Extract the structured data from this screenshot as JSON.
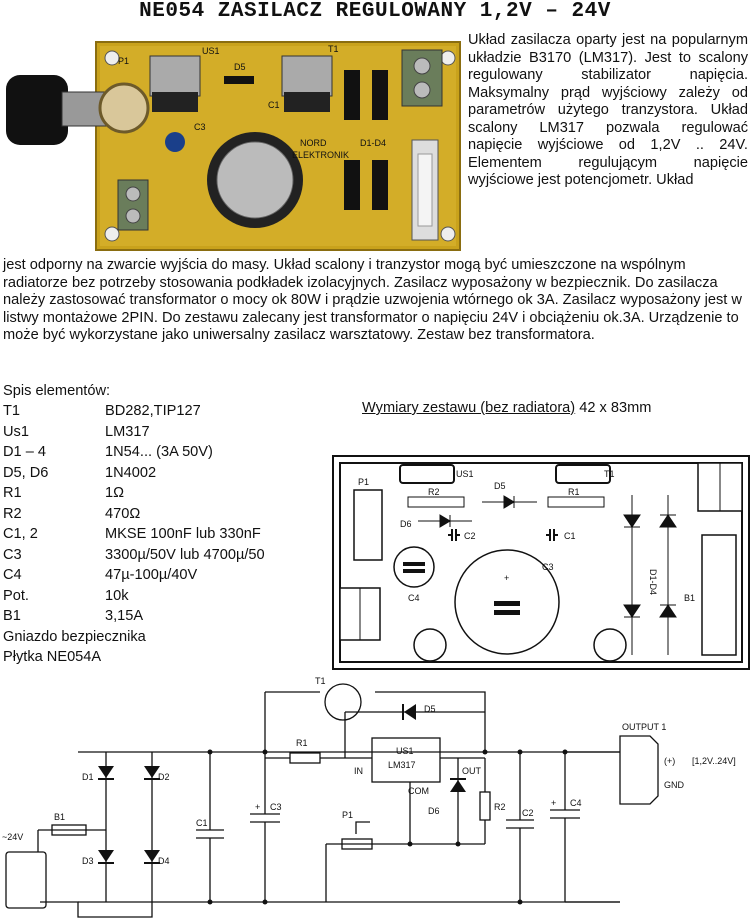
{
  "title": "NE054 ZASILACZ REGULOWANY 1,2V – 24V",
  "intro": "Układ zasilacza oparty jest na popularnym układzie B3170 (LM317). Jest to scalony regulowany stabilizator napięcia. Maksymalny prąd wyjściowy zależy od parametrów użytego tranzystora. Układ scalony LM317 pozwala regulować napięcie wyjściowe od 1,2V .. 24V. Elementem regulującym napięcie wyjściowe jest potencjometr. Układ",
  "body": "jest odporny na zwarcie wyjścia do masy. Układ scalony i tranzystor mogą być umieszczone na wspólnym radiatorze bez potrzeby stosowania podkładek izolacyjnych. Zasilacz wyposażony w bezpiecznik. Do zasilacza należy zastosować transformator o mocy ok 80W i prądzie uzwojenia wtórnego ok 3A. Zasilacz wyposażony jest w listwy montażowe 2PIN. Do zestawu zalecany jest transformator o napięciu 24V i obciążeniu ok.3A. Urządzenie to może być wykorzystane jako uniwersalny zasilacz warsztatowy. Zestaw bez transformatora.",
  "parts_heading": "Spis elementów:",
  "parts": [
    {
      "ref": "T1",
      "val": "BD282,TIP127"
    },
    {
      "ref": "Us1",
      "val": "LM317"
    },
    {
      "ref": "D1 – 4",
      "val": "1N54... (3A 50V)"
    },
    {
      "ref": "D5, D6",
      "val": "1N4002"
    },
    {
      "ref": "R1",
      "val": "1Ω"
    },
    {
      "ref": "R2",
      "val": "470Ω"
    },
    {
      "ref": "C1, 2",
      "val": "MKSE 100nF lub 330nF"
    },
    {
      "ref": "C3",
      "val": "3300µ/50V lub 4700µ/50"
    },
    {
      "ref": "C4",
      "val": "47µ-100µ/40V"
    },
    {
      "ref": "Pot.",
      "val": "10k"
    },
    {
      "ref": "B1",
      "val": "3,15A"
    }
  ],
  "parts_extra": [
    "Gniazdo bezpiecznika",
    "Płytka NE054A"
  ],
  "dimensions": {
    "label": "Wymiary zestawu (bez radiatora)",
    "value": "42 x 83mm"
  },
  "photo_labels": {
    "p1": "P1",
    "us1": "US1",
    "t1": "T1",
    "d5": "D5",
    "c1": "C1",
    "c3": "C3",
    "brand1": "NORD",
    "brand2": "ELEKTRONIK",
    "d14": "D1-D4"
  },
  "pcb_labels": {
    "us1": "US1",
    "t1": "T1",
    "p1": "P1",
    "r2": "R2",
    "d5": "D5",
    "r1": "R1",
    "d6": "D6",
    "c2": "C2",
    "c1": "C1",
    "c3": "C3",
    "c4": "C4",
    "plus": "+",
    "b1": "B1",
    "d14": "D1-D4"
  },
  "schematic_labels": {
    "t1": "T1",
    "d5": "D5",
    "r1": "R1",
    "us1": "US1",
    "lm": "LM317",
    "in": "IN",
    "out": "OUT",
    "com": "COM",
    "d6": "D6",
    "r2": "R2",
    "p1": "P1",
    "c1": "C1",
    "c2": "C2",
    "c3": "C3",
    "c4": "C4",
    "d1": "D1",
    "d2": "D2",
    "d3": "D3",
    "d4": "D4",
    "b1": "B1",
    "ac": "~24V",
    "output": "OUTPUT 1",
    "pos": "(+)",
    "gnd": "GND",
    "range": "[1,2V..24V]",
    "plus": "+"
  },
  "colors": {
    "board": "#c9a21c",
    "ink": "#111111"
  }
}
